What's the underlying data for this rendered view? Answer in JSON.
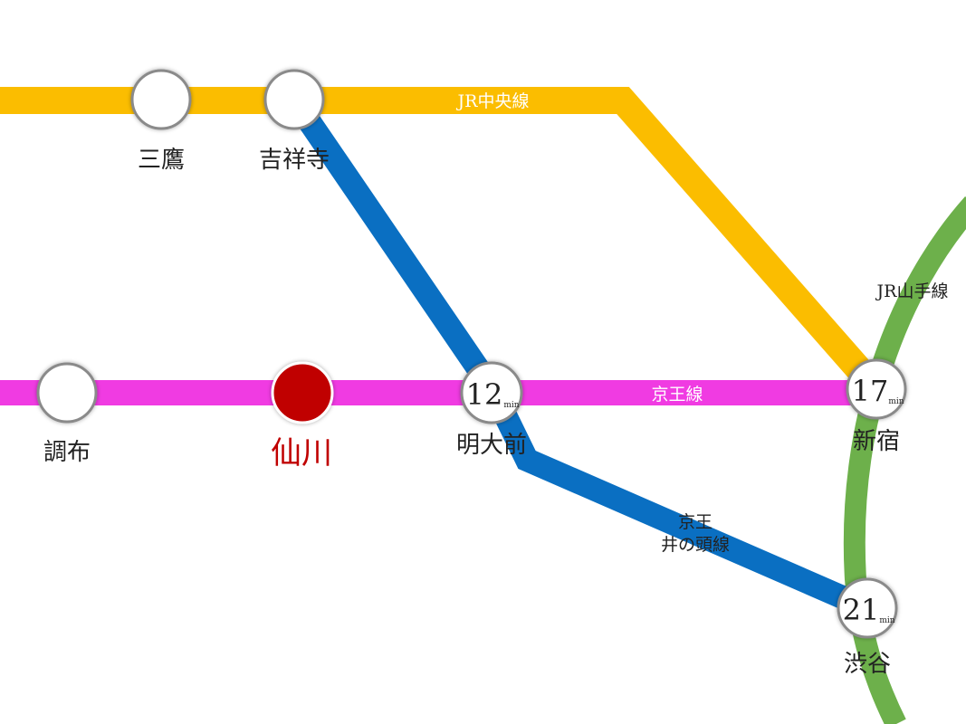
{
  "colors": {
    "jr_chuo": "#fbbd00",
    "inokashira": "#0a6fc2",
    "keio": "#f03be2",
    "yamanote": "#6db04b",
    "home": "#c00000"
  },
  "lines": {
    "jr_chuo": "JR中央線",
    "keio": "京王線",
    "inokashira_1": "京王",
    "inokashira_2": "井の頭線",
    "yamanote": "JR山手線"
  },
  "stations": {
    "mitaka": "三鷹",
    "kichijoji": "吉祥寺",
    "chofu": "調布",
    "sengawa": "仙川",
    "meidaimae": "明大前",
    "shinjuku": "新宿",
    "shibuya": "渋谷"
  },
  "times": {
    "meidaimae": "12",
    "shinjuku": "17",
    "shibuya": "21",
    "unit": "min"
  }
}
